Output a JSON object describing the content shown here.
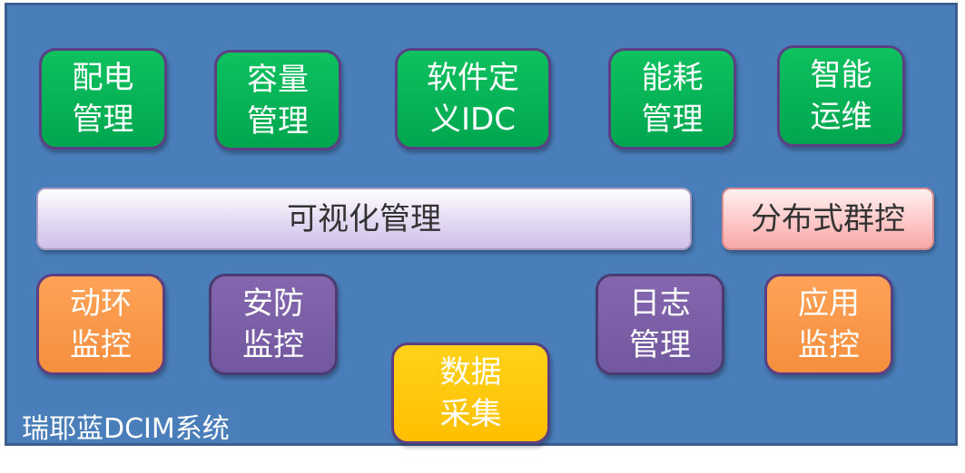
{
  "system_label": "瑞耶蓝DCIM系统",
  "modules": {
    "power": "配电\n管理",
    "capacity": "容量\n管理",
    "software_idc": "软件定\n义IDC",
    "energy": "能耗\n管理",
    "smart_ops": "智能\n运维",
    "visual": "可视化管理",
    "group_control": "分布式群控",
    "env_monitor": "动环\n监控",
    "security_monitor": "安防\n监控",
    "data_collect": "数据\n采集",
    "log_mgmt": "日志\n管理",
    "app_monitor": "应用\n监控"
  },
  "colors": {
    "panel": "#4a7ebb",
    "green": "#00b050",
    "orange": "#f79646",
    "purple": "#7a5fa8",
    "yellow": "#ffc000",
    "lavender": "#e3d9f2",
    "pink": "#ffc4c4"
  }
}
